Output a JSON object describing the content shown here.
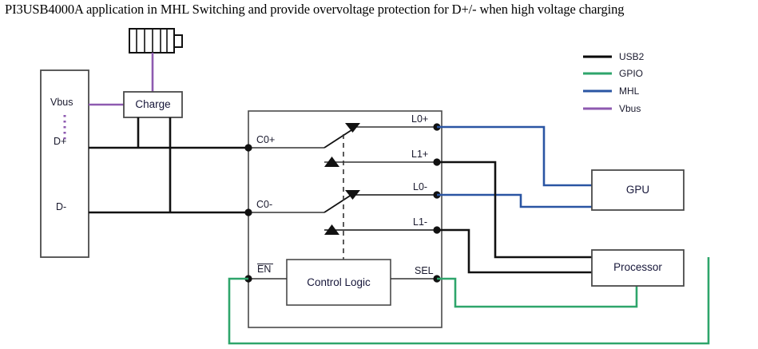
{
  "title": "PI3USB4000A application in MHL Switching and provide overvoltage protection for D+/- when high voltage charging",
  "colors": {
    "usb2": "#000000",
    "gpio": "#2ea56b",
    "mhl": "#2a55a3",
    "vbus": "#8e5ab0",
    "box_stroke": "#4a4a4a",
    "wire_black": "#111111",
    "text": "#1a1a2e"
  },
  "legend": {
    "items": [
      {
        "label": "USB2",
        "color": "#000000",
        "name": "legend-item-usb2"
      },
      {
        "label": "GPIO",
        "color": "#2ea56b",
        "name": "legend-item-gpio"
      },
      {
        "label": "MHL",
        "color": "#2a55a3",
        "name": "legend-item-mhl"
      },
      {
        "label": "Vbus",
        "color": "#8e5ab0",
        "name": "legend-item-vbus"
      }
    ]
  },
  "connector": {
    "pins": [
      "Vbus",
      "D+",
      "D-"
    ]
  },
  "blocks": {
    "charge": "Charge",
    "control_logic": "Control Logic",
    "gpu": "GPU",
    "processor": "Processor"
  },
  "ic": {
    "left_pins": [
      "C0+",
      "C0-"
    ],
    "right_pins": [
      "L0+",
      "L1+",
      "L0-",
      "L1-"
    ],
    "enable_pin": "EN",
    "select_pin": "SEL"
  },
  "icons": {
    "battery": "battery-icon",
    "switch_up": "switch-arm-icon",
    "arrow": "triangle-arrow-icon"
  }
}
